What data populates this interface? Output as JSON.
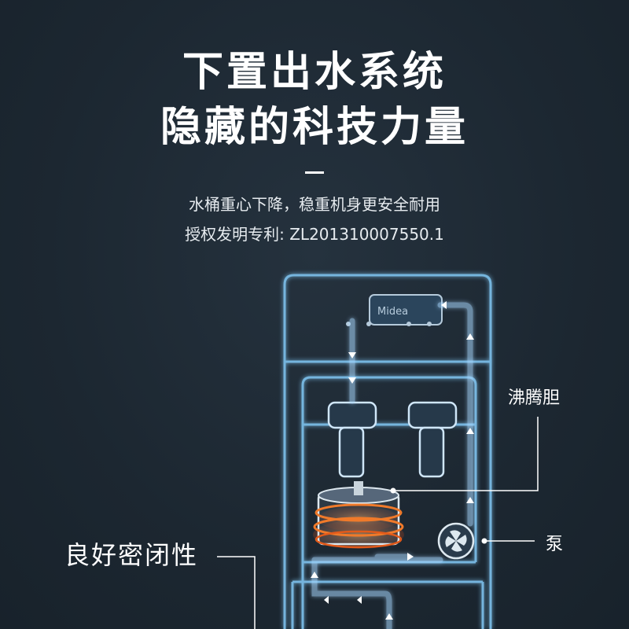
{
  "headline": {
    "line1": "下置出水系统",
    "line2": "隐藏的科技力量"
  },
  "subtitle": {
    "line1": "水桶重心下降，稳重机身更安全耐用",
    "line2": "授权发明专利: ZL201310007550.1"
  },
  "callouts": {
    "boiler": "沸腾胆",
    "pump": "泵",
    "seal": "良好密闭性"
  },
  "logo": {
    "text": "Midea"
  },
  "colors": {
    "background": "#1e2a35",
    "outline": "#7fc4f0",
    "flow": "#a8d8ff",
    "heat": "#f07a2a"
  }
}
